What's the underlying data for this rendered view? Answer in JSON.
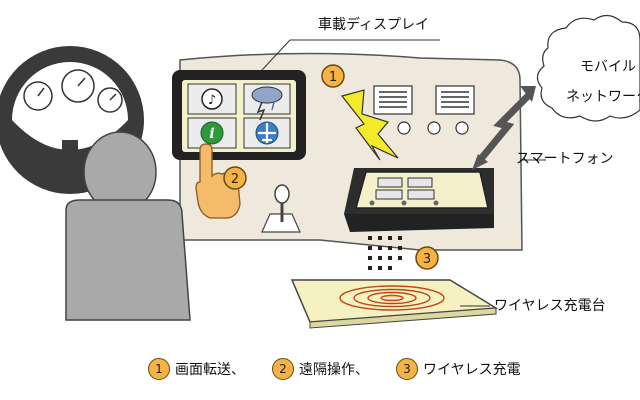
{
  "labels": {
    "display": "車載ディスプレイ",
    "mobile_line1": "モバイル",
    "mobile_line2": "ネットワーク",
    "smartphone": "スマートフォン",
    "wireless_pad": "ワイヤレス充電台"
  },
  "markers": [
    "1",
    "2",
    "3"
  ],
  "legend": [
    {
      "num": "1",
      "text": "画面転送、"
    },
    {
      "num": "2",
      "text": "遠隔操作、"
    },
    {
      "num": "3",
      "text": "ワイヤレス充電"
    }
  ],
  "colors": {
    "dashboard": "#efe8dc",
    "driver": "#a9a9a9",
    "display_frame": "#222222",
    "screen": "#f3f0cc",
    "badge": "#f5b245",
    "lightning": "#f3ea2c",
    "pad": "#f5f1c0",
    "coil": "#c04818",
    "hand": "#f4bb6a"
  },
  "icons": [
    "music-note-icon",
    "weather-storm-icon",
    "info-icon",
    "airplane-icon"
  ]
}
